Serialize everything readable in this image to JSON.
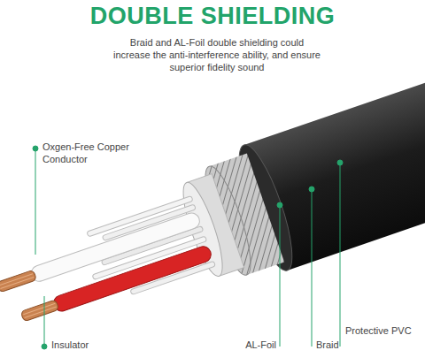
{
  "diagram": {
    "title": "DOUBLE SHIELDING",
    "labels": [
      "Braid and AL-Foil double shielding could increase the anti-interference ability, and ensure superior fidelity sound",
      "Oxgen-Free Copper Conductor",
      "Insulator",
      "AL-Foil",
      "Braid",
      "Protective PVC"
    ]
  }
}
